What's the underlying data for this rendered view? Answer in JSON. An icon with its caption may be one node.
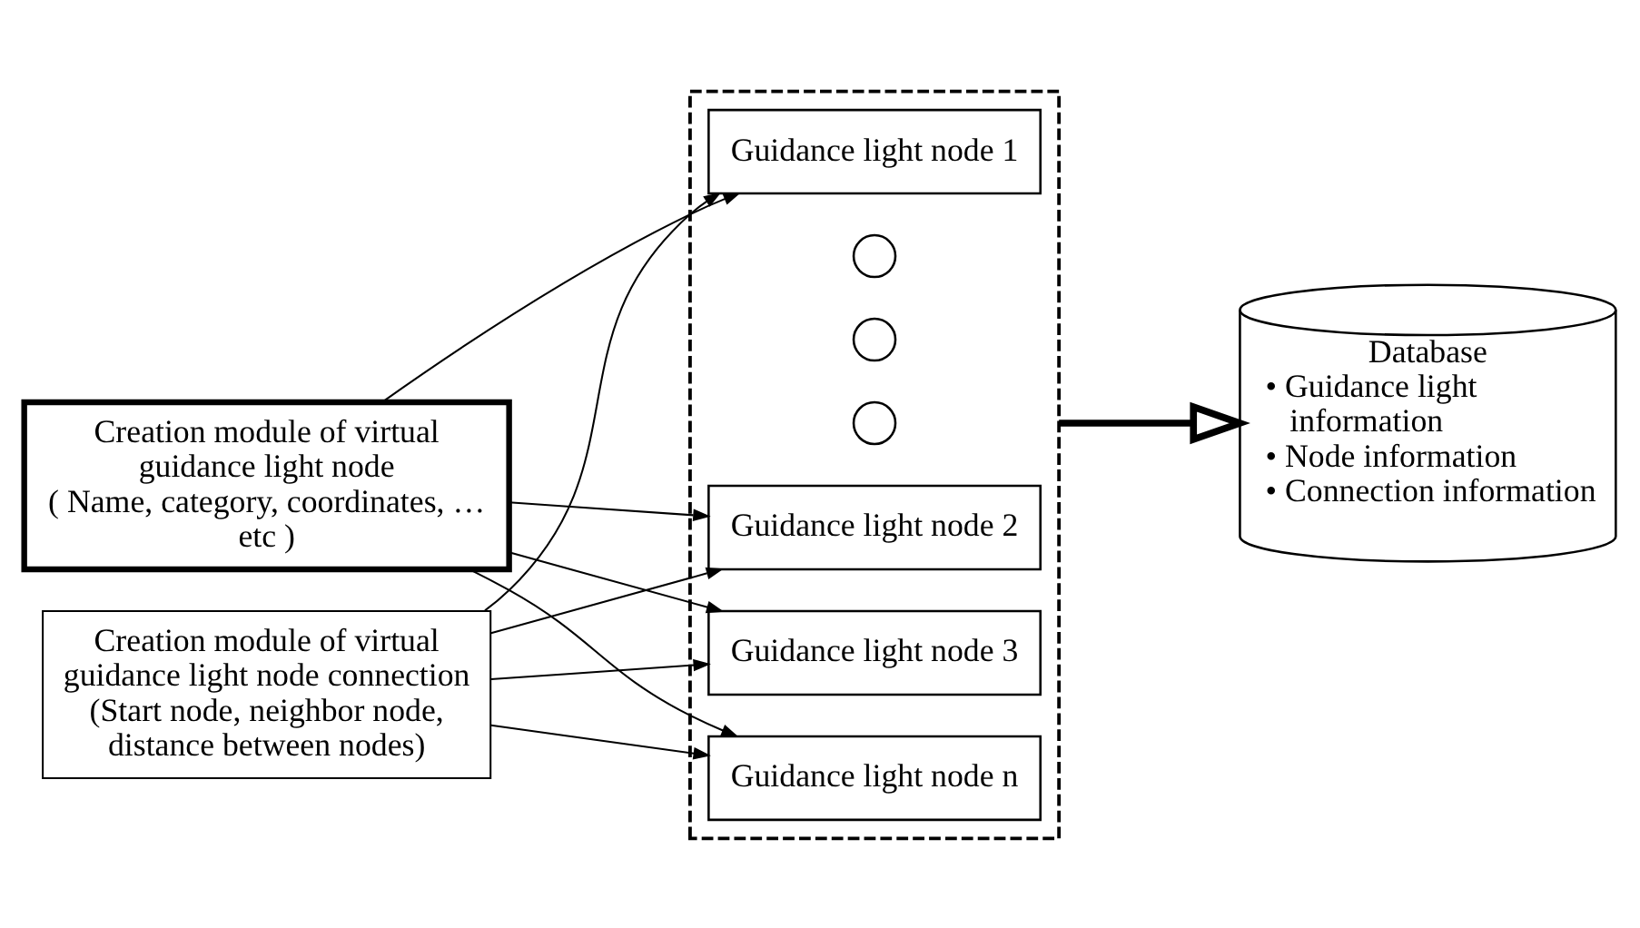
{
  "diagram": {
    "nodes": [
      {
        "text": [
          "Creation module of virtual guidance light node",
          "( Name, category, coordinates, … etc )"
        ]
      },
      {
        "text": [
          "Creation module of virtual guidance light node connection",
          "(Start node, neighbor node, distance between nodes)"
        ]
      },
      {
        "text": [],
        "shape": "box"
      },
      {
        "text": [
          "Guidance light node 1"
        ],
        "in": 2
      },
      {
        "text": [
          "Guidance light node 2"
        ],
        "in": 2
      },
      {
        "text": [
          "Guidance light node 3"
        ],
        "in": 2
      },
      {
        "text": [],
        "shape": "circle",
        "in": 2
      },
      {
        "text": [],
        "shape": "circle",
        "in": 2
      },
      {
        "text": [],
        "shape": "circle",
        "in": 2
      },
      {
        "text": [
          "Guidance light node n"
        ],
        "in": 2
      },
      {
        "text": [
          "Database",
          "• Guidance light information",
          "• Node information",
          "• Connection information"
        ]
      }
    ],
    "edges": [
      {
        "from": 0,
        "to": 3,
        "arrow": "to"
      },
      {
        "from": 0,
        "to": 4,
        "arrow": "to"
      },
      {
        "from": 0,
        "to": 5,
        "arrow": "to"
      },
      {
        "from": 0,
        "to": 9,
        "arrow": "to"
      },
      {
        "from": 1,
        "to": 3,
        "arrow": "to"
      },
      {
        "from": 1,
        "to": 4,
        "arrow": "to"
      },
      {
        "from": 1,
        "to": 5,
        "arrow": "to"
      },
      {
        "from": 1,
        "to": 9,
        "arrow": "to"
      },
      {
        "from": 2,
        "to": 10,
        "arrow": "to",
        "style": "thick"
      }
    ]
  }
}
